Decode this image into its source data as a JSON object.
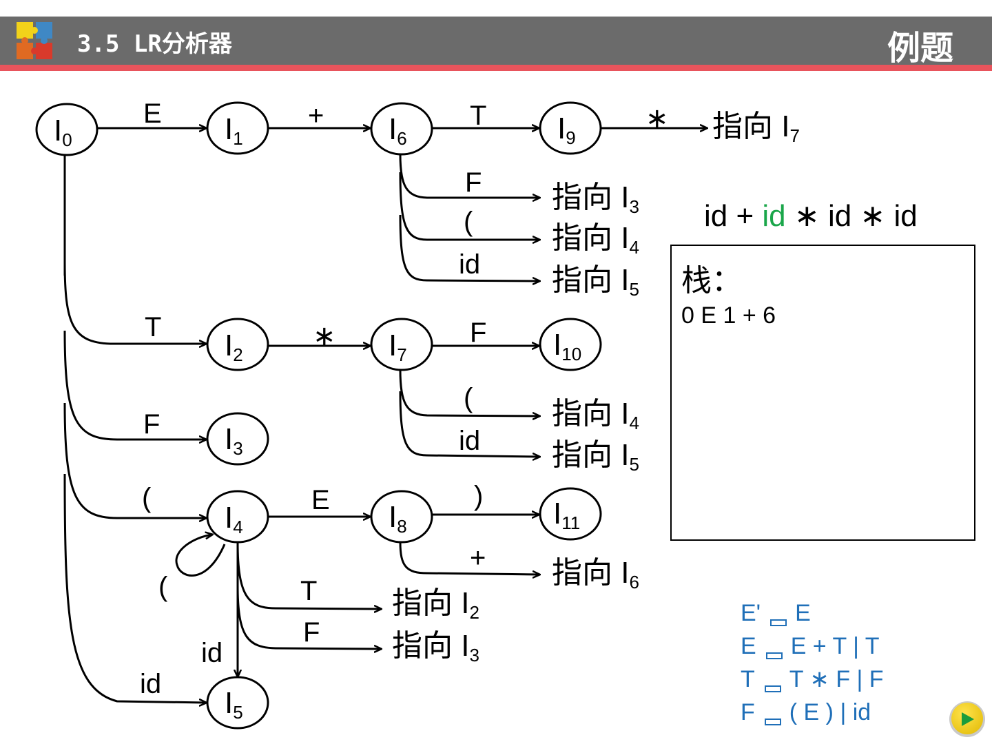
{
  "header": {
    "title": "3.5 LR分析器",
    "right_label": "例题"
  },
  "colors": {
    "header_bg": "#6b6b6b",
    "header_stripe": "#e8545c",
    "highlight": "#1aa64a",
    "grammar": "#1f6fb8"
  },
  "states": [
    {
      "id": "I0",
      "letter": "I",
      "sub": "0"
    },
    {
      "id": "I1",
      "letter": "I",
      "sub": "1"
    },
    {
      "id": "I6",
      "letter": "I",
      "sub": "6"
    },
    {
      "id": "I9",
      "letter": "I",
      "sub": "9"
    },
    {
      "id": "I2",
      "letter": "I",
      "sub": "2"
    },
    {
      "id": "I7",
      "letter": "I",
      "sub": "7"
    },
    {
      "id": "I10",
      "letter": "I",
      "sub": "10"
    },
    {
      "id": "I3",
      "letter": "I",
      "sub": "3"
    },
    {
      "id": "I4",
      "letter": "I",
      "sub": "4"
    },
    {
      "id": "I8",
      "letter": "I",
      "sub": "8"
    },
    {
      "id": "I11",
      "letter": "I",
      "sub": "11"
    },
    {
      "id": "I5",
      "letter": "I",
      "sub": "5"
    }
  ],
  "edge_labels": {
    "e0_1": "E",
    "e1_6": "+",
    "e6_9": "T",
    "e9_out": "∗",
    "e6_F": "F",
    "e6_lp": "(",
    "e6_id": "id",
    "e0_2": "T",
    "e2_7": "∗",
    "e7_10": "F",
    "e7_lp": "(",
    "e7_id": "id",
    "e0_3": "F",
    "e0_4": "(",
    "e4_8": "E",
    "e8_11": ")",
    "e8_plus": "+",
    "e4_loop": "(",
    "e4_T": "T",
    "e4_F": "F",
    "e4_id": "id",
    "e0_5": "id"
  },
  "gotos": [
    {
      "key": "g9",
      "text": "指向 I",
      "sub": "7"
    },
    {
      "key": "g6F",
      "text": "指向 I",
      "sub": "3"
    },
    {
      "key": "g6lp",
      "text": "指向 I",
      "sub": "4"
    },
    {
      "key": "g6id",
      "text": "指向 I",
      "sub": "5"
    },
    {
      "key": "g7lp",
      "text": "指向 I",
      "sub": "4"
    },
    {
      "key": "g7id",
      "text": "指向 I",
      "sub": "5"
    },
    {
      "key": "g8plus",
      "text": "指向 I",
      "sub": "6"
    },
    {
      "key": "g4T",
      "text": "指向 I",
      "sub": "2"
    },
    {
      "key": "g4F",
      "text": "指向 I",
      "sub": "3"
    }
  ],
  "input": {
    "before": "id + ",
    "highlight": "id",
    "after": " ∗ id ∗ id"
  },
  "stack": {
    "label": "栈：",
    "content": "0 E 1 + 6"
  },
  "grammar": [
    {
      "lhs": "E'",
      "rhs": "E"
    },
    {
      "lhs": "E",
      "rhs": "E + T | T"
    },
    {
      "lhs": "T",
      "rhs": "T ∗ F | F"
    },
    {
      "lhs": "F",
      "rhs": "( E ) | id"
    }
  ]
}
